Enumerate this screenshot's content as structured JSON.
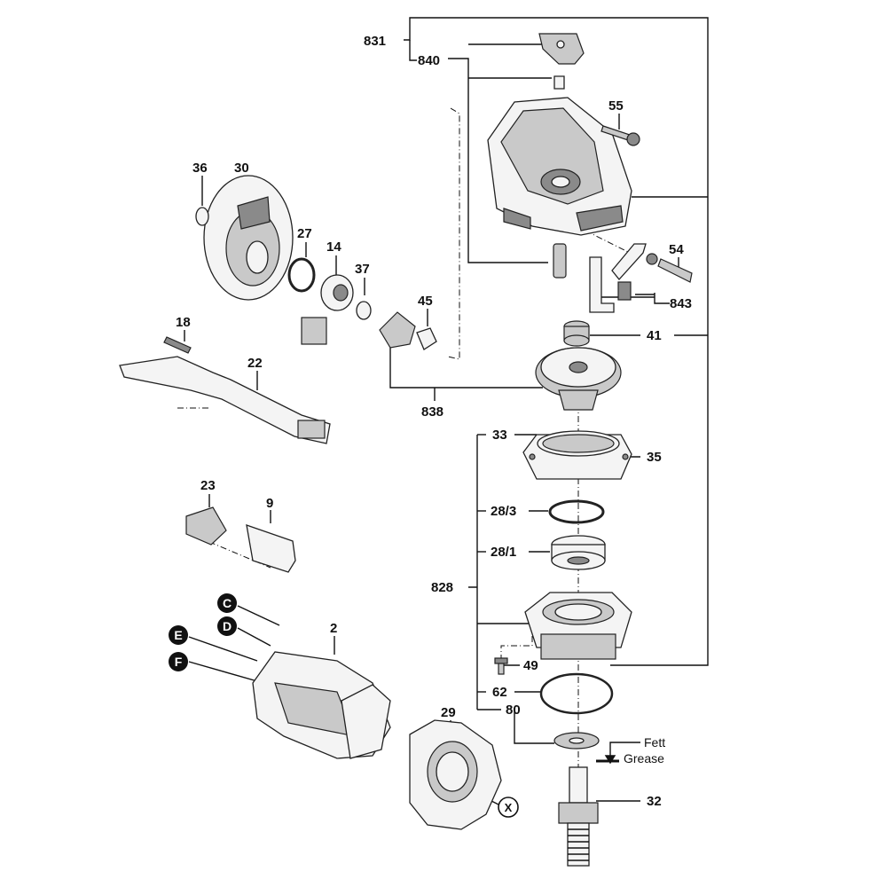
{
  "labels": {
    "p831": "831",
    "p840": "840",
    "p55": "55",
    "p36": "36",
    "p30": "30",
    "p27": "27",
    "p14": "14",
    "p37": "37",
    "p45": "45",
    "p54": "54",
    "p843": "843",
    "p41": "41",
    "p18": "18",
    "p22": "22",
    "p838": "838",
    "p33": "33",
    "p35": "35",
    "p23": "23",
    "p9": "9",
    "p28_3": "28/3",
    "p28_1": "28/1",
    "p828": "828",
    "p2": "2",
    "p49": "49",
    "p62": "62",
    "p80": "80",
    "p29": "29",
    "p32": "32",
    "fett": "Fett",
    "grease": "Grease"
  },
  "markers": {
    "c": "C",
    "d": "D",
    "e": "E",
    "f": "F",
    "x": "X"
  },
  "colors": {
    "line": "#111111",
    "marker_fill": "#111111",
    "background": "#ffffff"
  }
}
